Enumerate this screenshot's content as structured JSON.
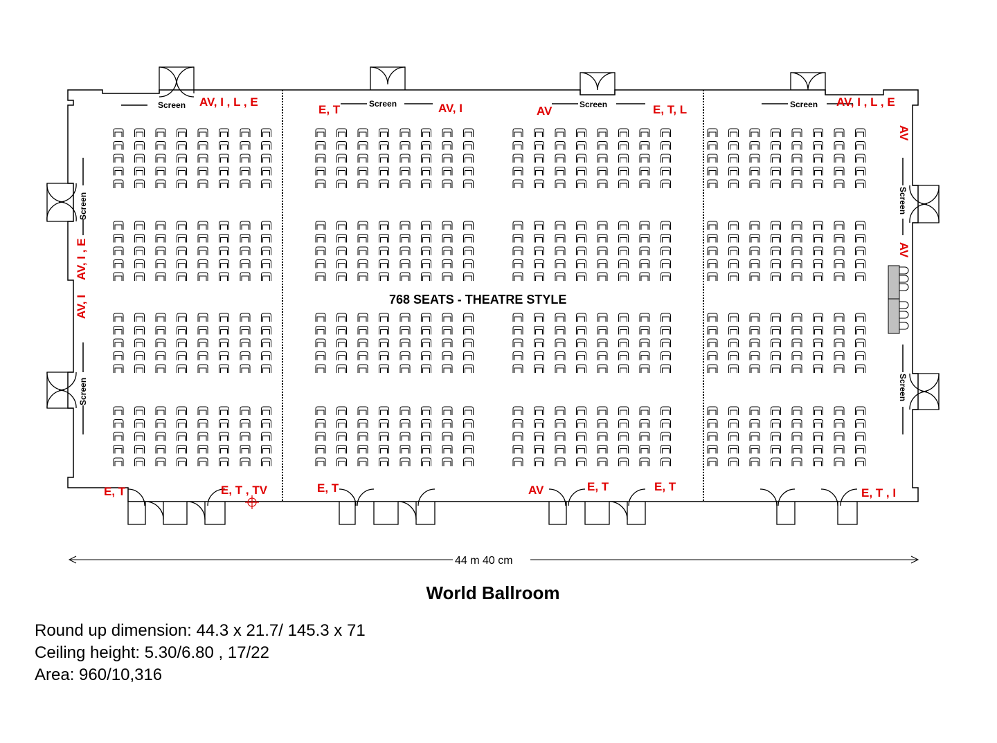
{
  "title": "World Ballroom",
  "seating_label": "768 SEATS - THEATRE STYLE",
  "dimension_label": "44 m 40 cm",
  "screen_label": "Screen",
  "info": {
    "round_up": "Round up dimension: 44.3 x 21.7/ 145.3 x 71",
    "ceiling": "Ceiling height: 5.30/6.80 , 17/22",
    "area": "Area: 960/10,316"
  },
  "outlet_labels": {
    "top_1": "AV, I , L , E",
    "top_2": "E, T",
    "top_3": "AV, I",
    "top_4": "AV",
    "top_5": "E, T, L",
    "top_6": "AV, I , L , E",
    "bottom_1": "E, T",
    "bottom_2": "E, T , TV",
    "bottom_3": "E, T",
    "bottom_4": "AV",
    "bottom_5": "E, T",
    "bottom_6": "E, T",
    "bottom_7": "E, T , I",
    "left_1": "AV, I",
    "left_2": "AV, I , E",
    "right_1": "AV",
    "right_2": "AV"
  },
  "colors": {
    "label": "#e00000",
    "line": "#000000",
    "stage": "#c0c0c0"
  },
  "seating": {
    "seats_per_row": 8,
    "rows_per_block": 5,
    "blocks_per_section": 4,
    "sections": 4
  }
}
